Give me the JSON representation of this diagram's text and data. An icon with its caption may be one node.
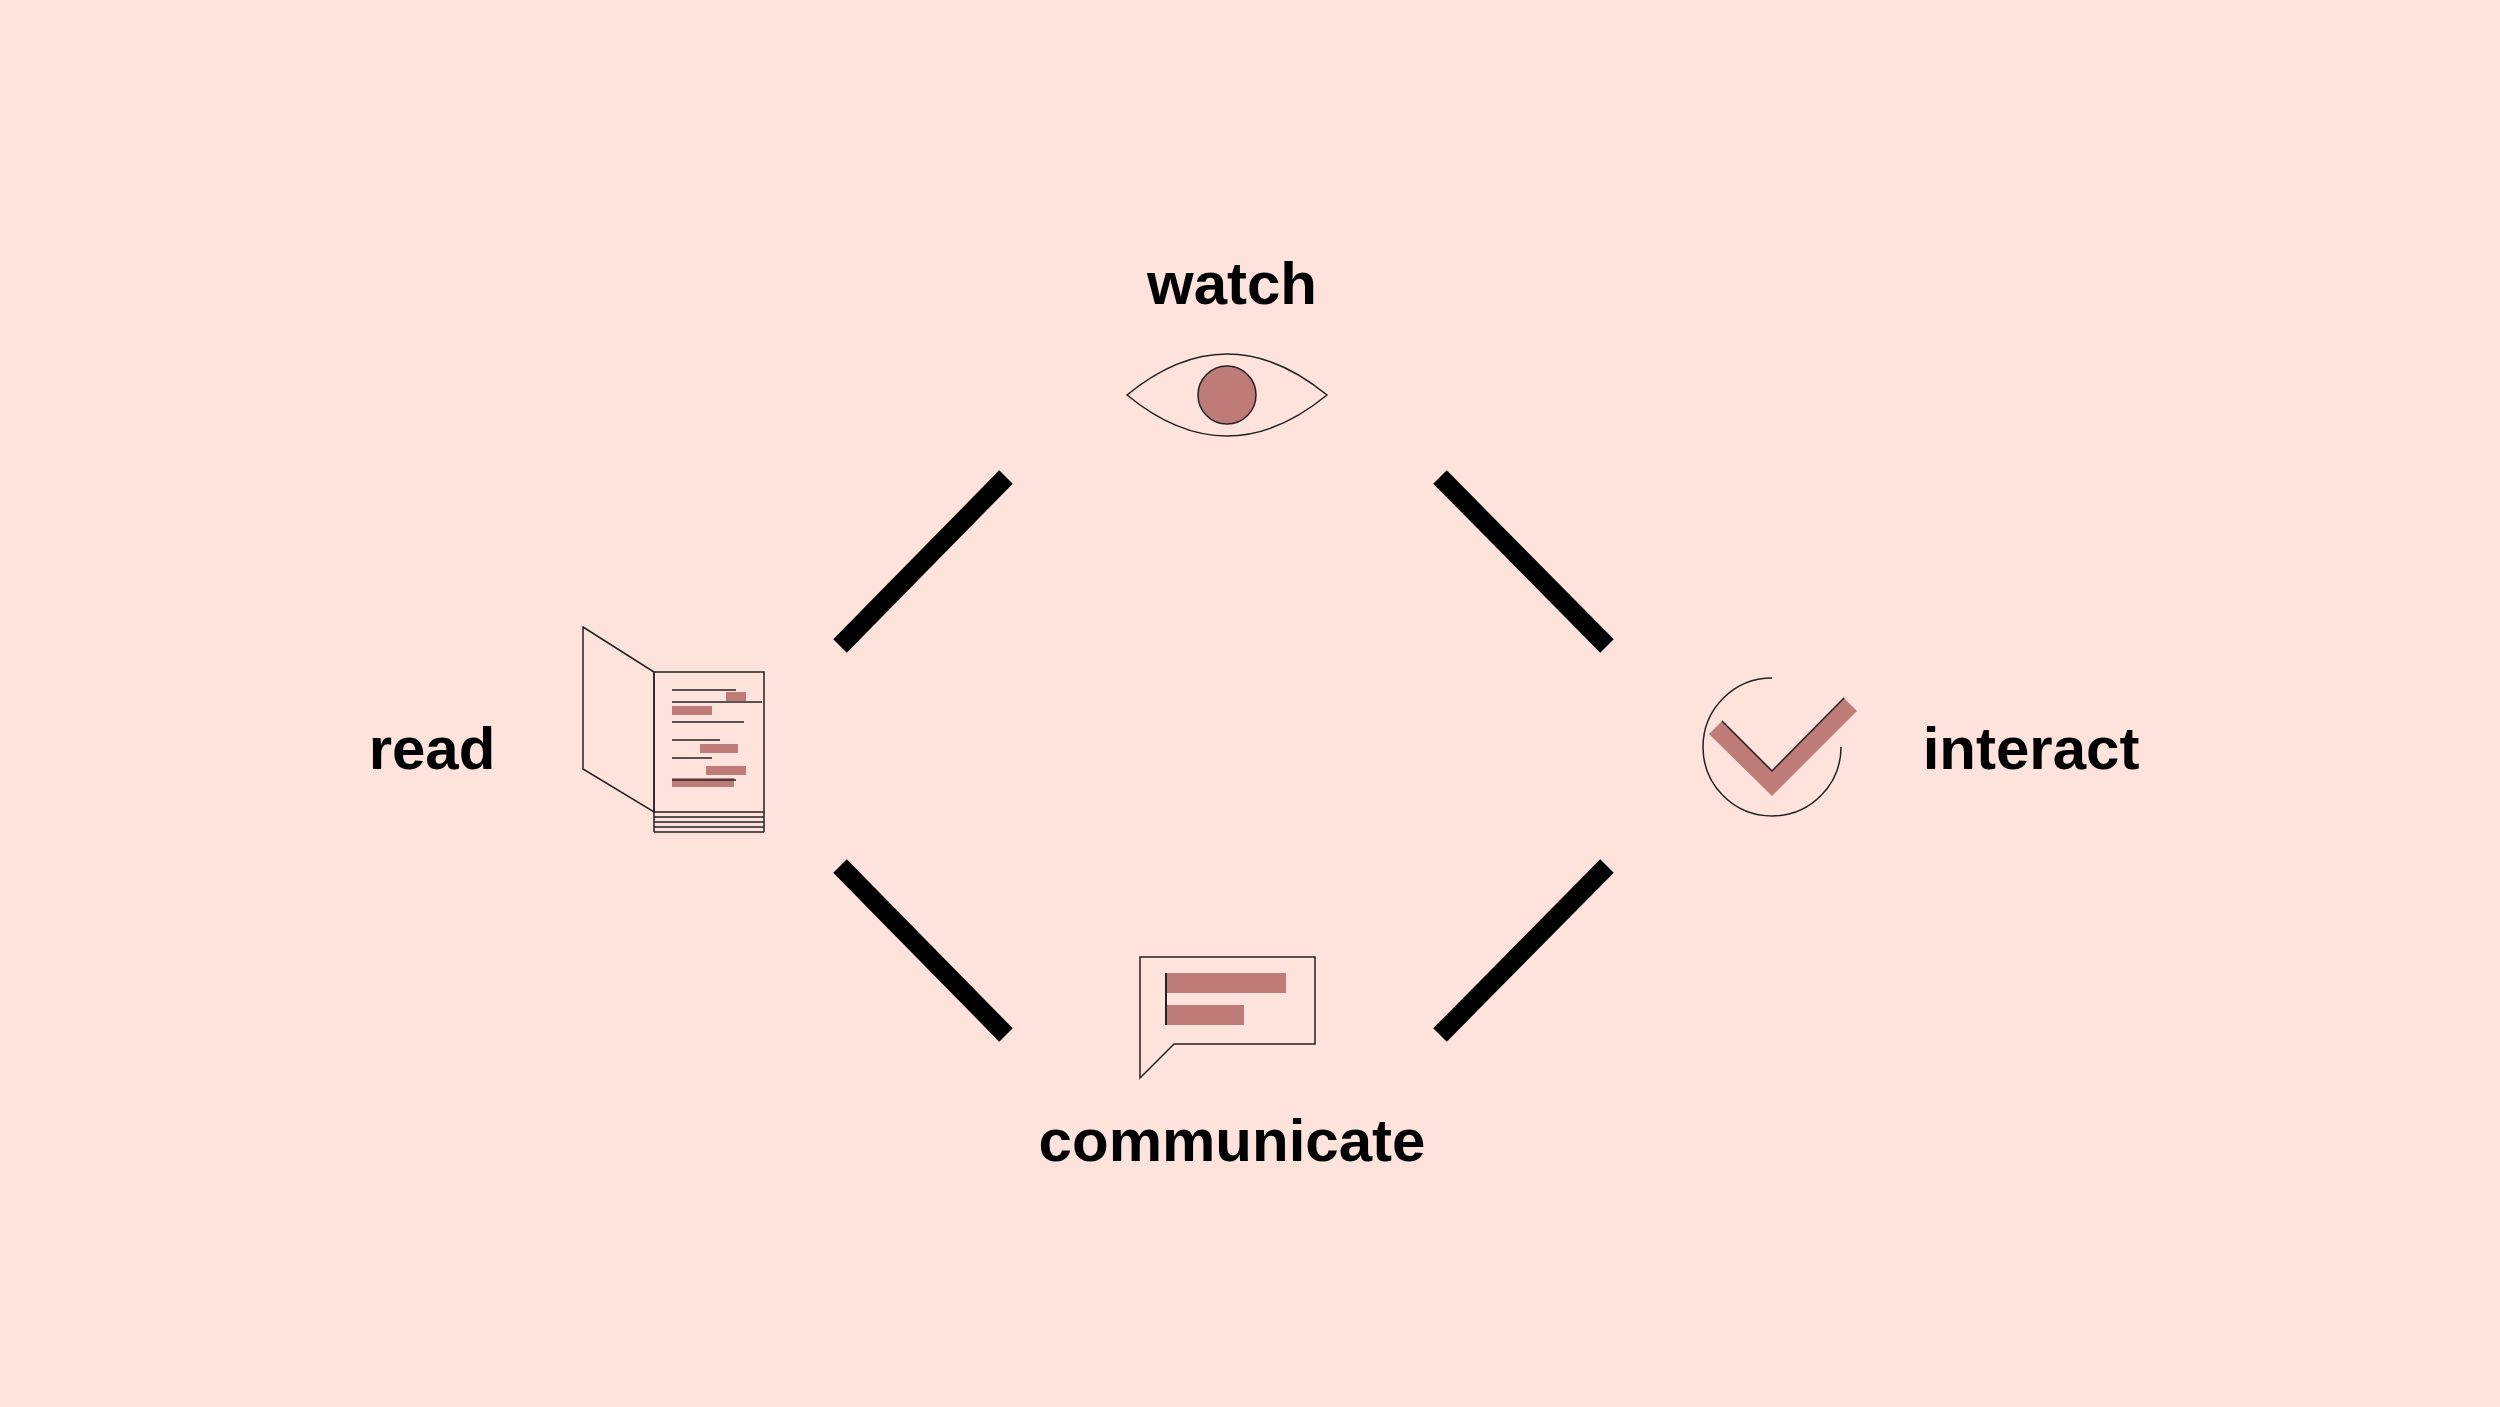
{
  "diagram": {
    "nodes": [
      {
        "text": [
          "watch"
        ]
      },
      {
        "text": [
          "read"
        ]
      },
      {
        "text": [
          "interact"
        ]
      },
      {
        "text": [
          "communicate"
        ]
      }
    ],
    "edges": [
      {
        "from": 1,
        "to": 0,
        "arrow": "none"
      },
      {
        "from": 0,
        "to": 2,
        "arrow": "none"
      },
      {
        "from": 1,
        "to": 3,
        "arrow": "none"
      },
      {
        "from": 3,
        "to": 2,
        "arrow": "none"
      }
    ]
  }
}
